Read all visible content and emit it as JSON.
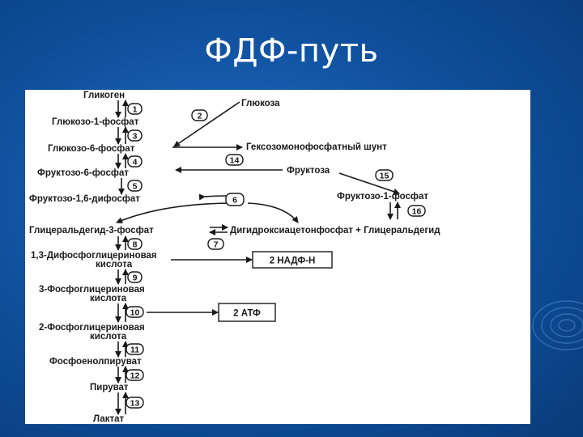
{
  "title": "ФДФ-путь",
  "colors": {
    "background": "#1160b4",
    "panel": "#ffffff",
    "ink": "#1a1a1a"
  },
  "diagram": {
    "labels": {
      "glycogen": "Гликоген",
      "glucose": "Глюкоза",
      "g1p": "Глюкозо-1-фосфат",
      "g6p": "Глюкозо-6-фосфат",
      "hmp": "Гексозомонофосфатный шунт",
      "f6p": "Фруктозо-6-фосфат",
      "fructose": "Фруктоза",
      "f16bp": "Фруктозо-1,6-дифосфат",
      "f1p": "Фруктозо-1-фосфат",
      "g3p": "Глицеральдегид-3-фосфат",
      "dhap": "Дигидроксиацетонфосфат + Глицеральдегид",
      "bpg_1": "1,3-Дифосфоглицериновая",
      "bpg_2": "кислота",
      "pg3_1": "3-Фосфоглицериновая",
      "pg3_2": "кислота",
      "pg2_1": "2-Фосфоглицериновая",
      "pg2_2": "кислота",
      "pep": "Фосфоенолпируват",
      "pyruvate": "Пируват",
      "lactate": "Лактат"
    },
    "boxes": {
      "nadh": "2 НАДФ-Н",
      "atp": "2 АТФ"
    },
    "steps": [
      "1",
      "2",
      "3",
      "4",
      "5",
      "6",
      "7",
      "8",
      "9",
      "10",
      "11",
      "12",
      "13",
      "14",
      "15",
      "16"
    ]
  }
}
